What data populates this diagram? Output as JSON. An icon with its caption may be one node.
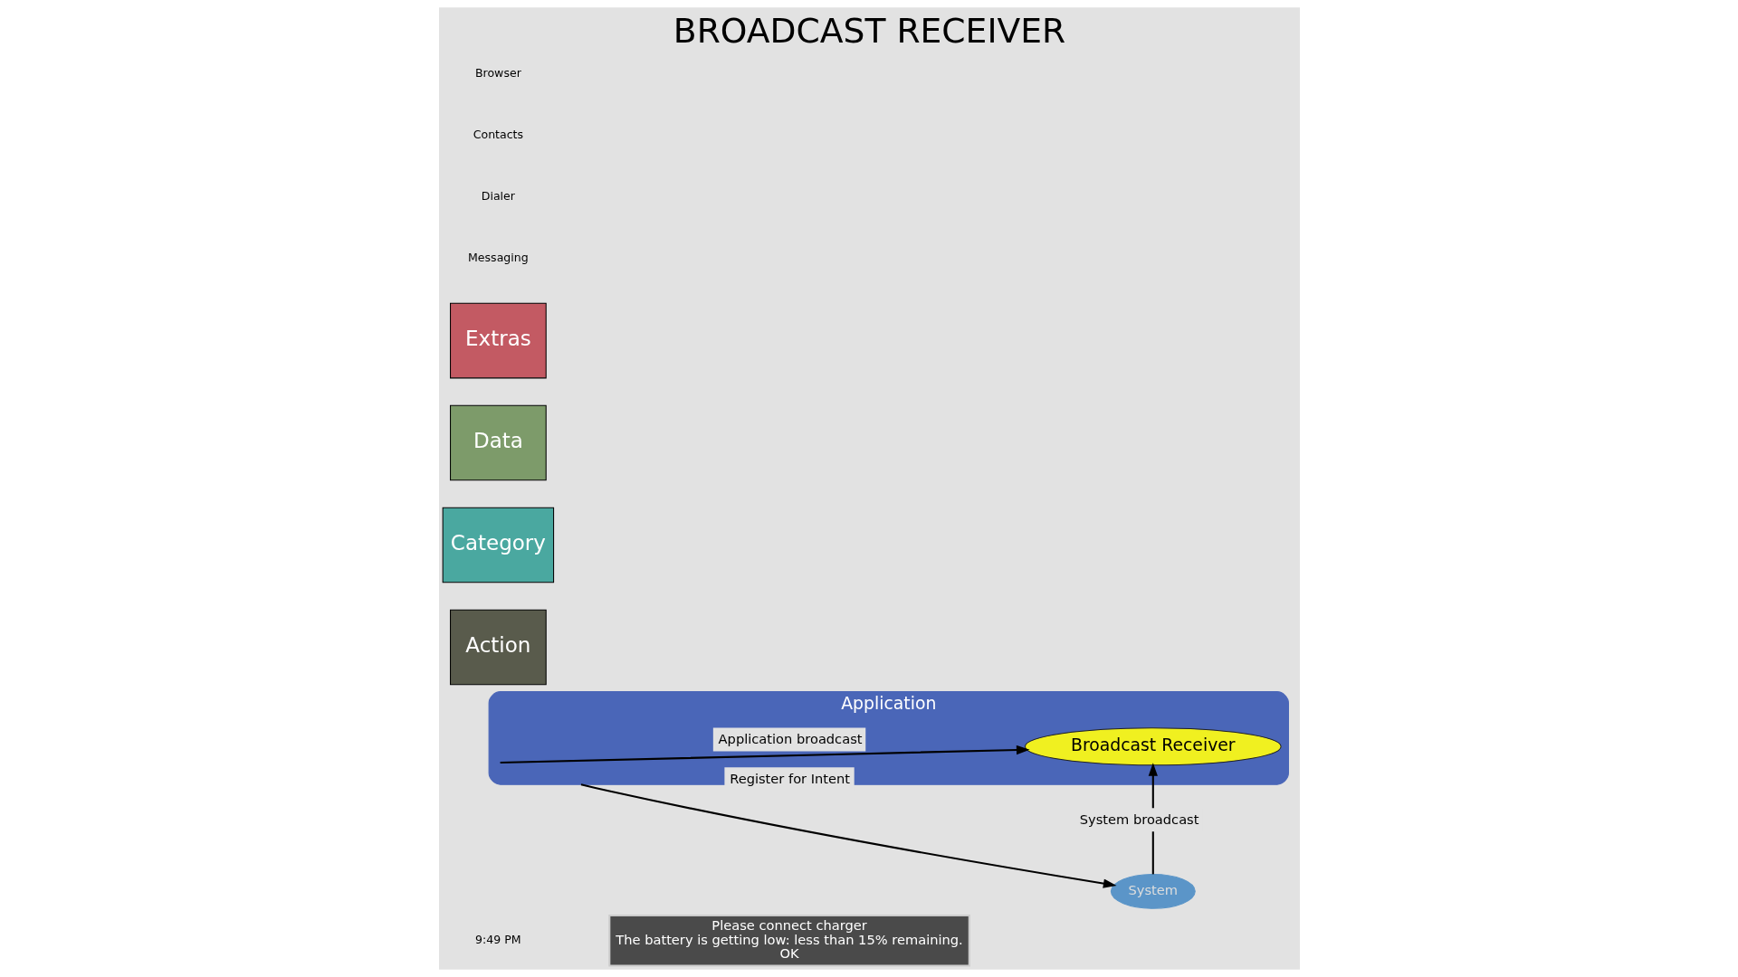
{
  "diagram": {
    "title": "BROADCAST RECEIVER",
    "nodes": [
      {
        "text": [
          "Please connect charger",
          "The battery is getting low: less than 15% remaining.",
          "OK"
        ]
      },
      {
        "text": [
          "System"
        ]
      },
      {
        "text": [
          "Application"
        ]
      },
      {
        "text": [
          "Broadcast Receiver"
        ],
        "in": 2
      },
      {
        "text": [
          "Action"
        ]
      },
      {
        "text": [
          "Category"
        ]
      },
      {
        "text": [
          "Data"
        ]
      },
      {
        "text": [
          "Extras"
        ]
      }
    ],
    "edges": [
      {
        "from": 2,
        "to": 1,
        "arrow": "to",
        "label": "Register for Intent"
      },
      {
        "from": 1,
        "to": 3,
        "arrow": "to",
        "label": "System broadcast"
      },
      {
        "from": 2,
        "to": 3,
        "arrow": "to",
        "label": "Application broadcast"
      }
    ],
    "labels": [
      "9:49 PM",
      "Messaging",
      "Dialer",
      "Contacts",
      "Browser"
    ]
  }
}
